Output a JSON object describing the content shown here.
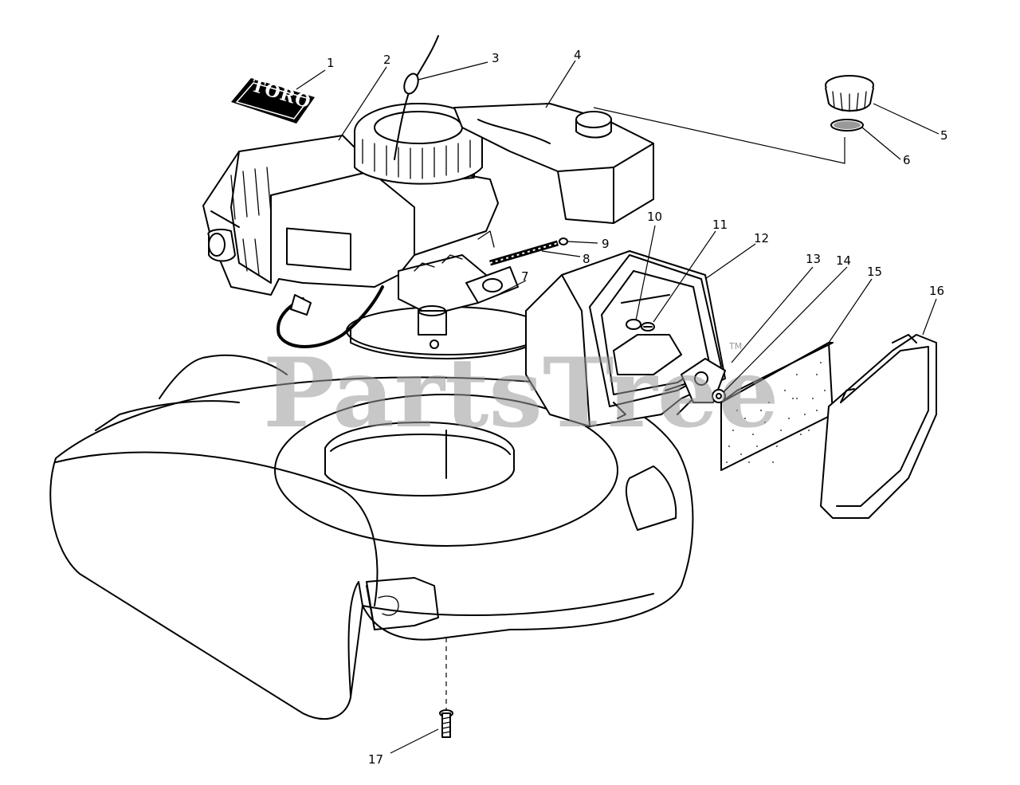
{
  "brand_badge": "TORO",
  "watermark": {
    "text": "PartsTree",
    "trademark": "TM"
  },
  "callouts": [
    {
      "num": "1"
    },
    {
      "num": "2"
    },
    {
      "num": "3"
    },
    {
      "num": "4"
    },
    {
      "num": "5"
    },
    {
      "num": "6"
    },
    {
      "num": "7"
    },
    {
      "num": "8"
    },
    {
      "num": "9"
    },
    {
      "num": "10"
    },
    {
      "num": "11"
    },
    {
      "num": "12"
    },
    {
      "num": "13"
    },
    {
      "num": "14"
    },
    {
      "num": "15"
    },
    {
      "num": "16"
    },
    {
      "num": "17"
    }
  ],
  "colors": {
    "line": "#000000",
    "background": "#ffffff",
    "watermark": "#9a9a9a"
  }
}
